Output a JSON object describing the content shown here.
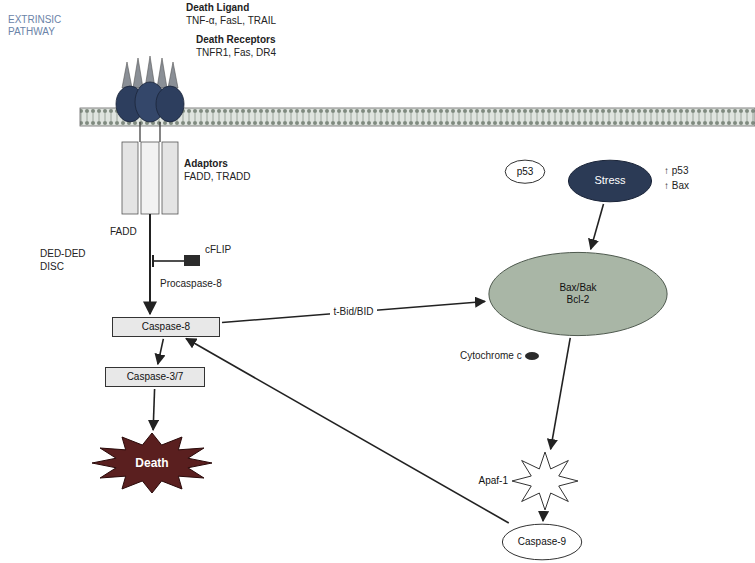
{
  "diagram": {
    "nodes": [
      {
        "text": [
          "Caspase-8"
        ]
      },
      {
        "text": [
          "Caspase-3/7"
        ]
      },
      {
        "text": [
          "Death"
        ]
      },
      {
        "text": [
          "p53"
        ]
      },
      {
        "text": [
          "Stress"
        ]
      },
      {
        "text": [
          "Bax/Bak",
          "Bcl-2"
        ]
      },
      {
        "text": [
          "Apaf-1"
        ]
      },
      {
        "text": [
          "Caspase-9"
        ]
      }
    ],
    "edges": [
      {
        "from": 0,
        "to": 1,
        "arrow": "to"
      },
      {
        "from": 1,
        "to": 2,
        "arrow": "to"
      },
      {
        "from": 0,
        "to": 5,
        "label": "t-Bid/BID",
        "arrow": "to"
      },
      {
        "from": 4,
        "to": 5,
        "arrow": "to"
      },
      {
        "from": 5,
        "to": 6,
        "arrow": "to"
      },
      {
        "from": 6,
        "to": 7,
        "arrow": "to"
      },
      {
        "from": 7,
        "to": 0,
        "arrow": "to"
      }
    ],
    "labels": [
      "EXTRINSIC PATHWAY",
      "Death Ligand",
      "TNF-α, FasL, TRAIL",
      "Death Receptors",
      "TNFR1, Fas, DR4",
      "Adaptors",
      "FADD, TRADD",
      "FADD",
      "DED-DED",
      "DISC",
      "cFLIP",
      "Procaspase-8",
      "Cytochrome c",
      "↑ p53",
      "↑ Bax"
    ]
  }
}
